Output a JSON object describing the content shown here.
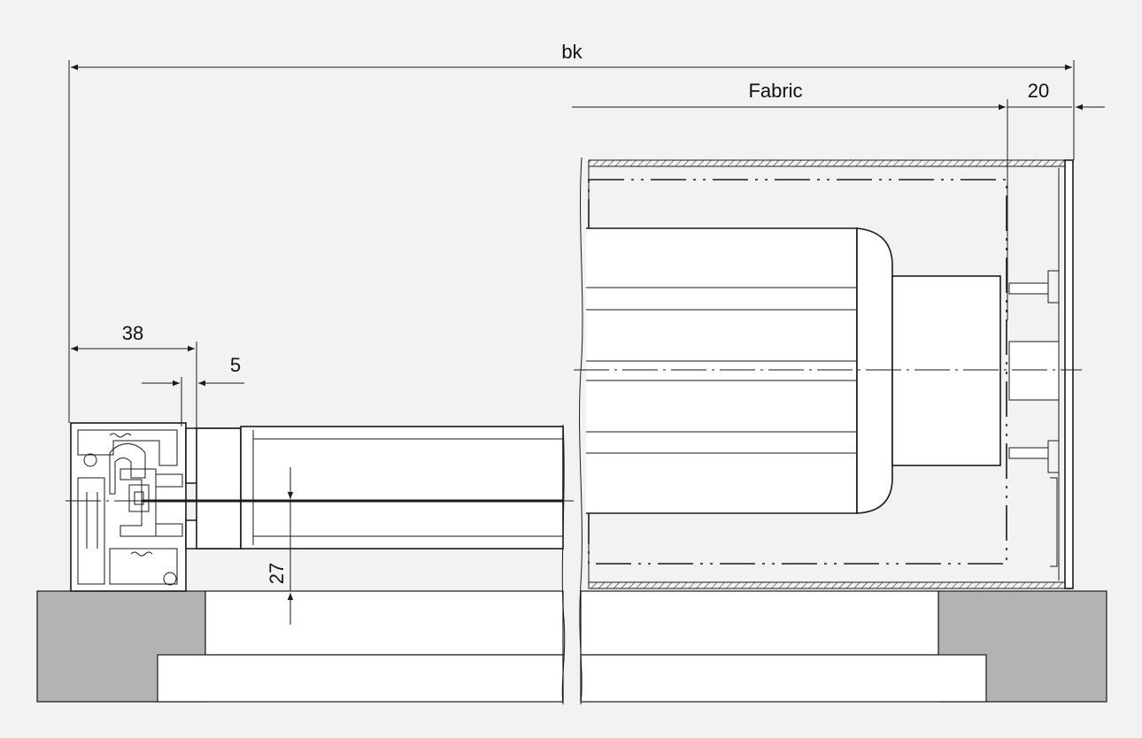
{
  "dimensions": {
    "total_width": "bk",
    "fabric_width": "Fabric",
    "end_cap": "20",
    "profile_width": "38",
    "offset": "5",
    "height": "27"
  },
  "colors": {
    "background": "#f2f2f2",
    "wall": "#b3b3b3",
    "line": "#1a1a1a"
  }
}
